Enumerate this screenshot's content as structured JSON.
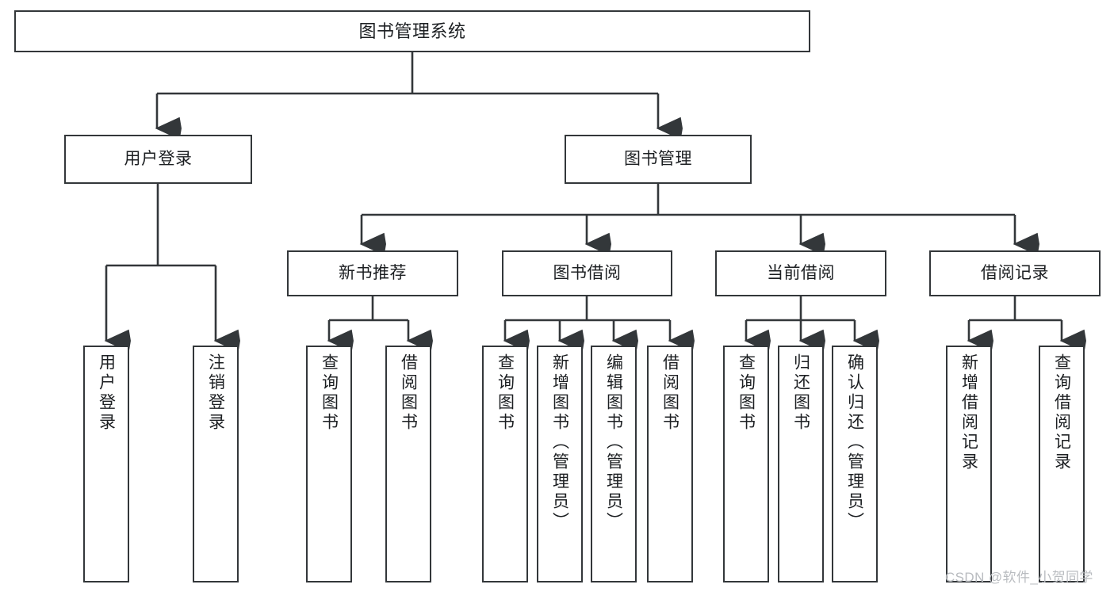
{
  "diagram": {
    "type": "tree-hierarchy-chart",
    "title": "图书管理系统",
    "orientation": "top-down",
    "line_color": "#33373a",
    "box_fill": "#ffffff",
    "text_color": "#1c1f22"
  },
  "watermark": {
    "text": "CSDN @软件_小贺同学",
    "color": "#b9bcc0"
  },
  "nodes": {
    "root": {
      "label": "图书管理系统"
    },
    "level2": [
      {
        "label": "用户登录"
      },
      {
        "label": "图书管理"
      }
    ],
    "level3": [
      {
        "label": "新书推荐"
      },
      {
        "label": "图书借阅"
      },
      {
        "label": "当前借阅"
      },
      {
        "label": "借阅记录"
      }
    ],
    "leaves": {
      "user_login": [
        {
          "label": "用户登录"
        },
        {
          "label": "注销登录"
        }
      ],
      "new_book_recommend": [
        {
          "label": "查询图书"
        },
        {
          "label": "借阅图书"
        }
      ],
      "book_borrow": [
        {
          "label": "查询图书"
        },
        {
          "label": "新增图书（管理员）"
        },
        {
          "label": "编辑图书（管理员）"
        },
        {
          "label": "借阅图书"
        }
      ],
      "current_borrow": [
        {
          "label": "查询图书"
        },
        {
          "label": "归还图书"
        },
        {
          "label": "确认归还（管理员）"
        }
      ],
      "borrow_record": [
        {
          "label": "新增借阅记录"
        },
        {
          "label": "查询借阅记录"
        }
      ]
    }
  }
}
